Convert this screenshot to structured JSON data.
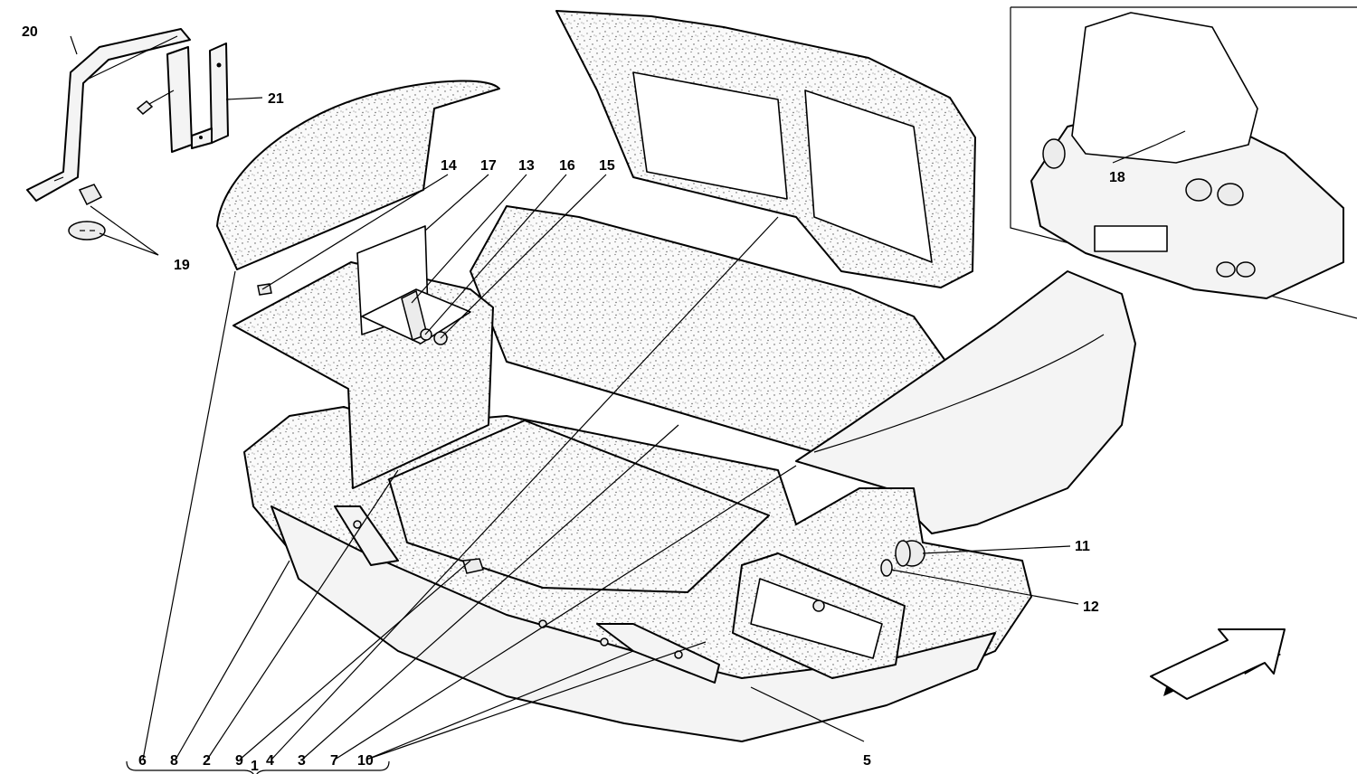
{
  "callouts": {
    "c20": "20",
    "c21": "21",
    "c19": "19",
    "c14": "14",
    "c17": "17",
    "c13": "13",
    "c16": "16",
    "c15": "15",
    "c18": "18",
    "c11": "11",
    "c12": "12",
    "c5": "5",
    "c6": "6",
    "c8": "8",
    "c2": "2",
    "c9": "9",
    "c4": "4",
    "c3": "3",
    "c7": "7",
    "c10": "10",
    "c1": "1"
  },
  "icons": {
    "direction": "arrow-icon"
  }
}
